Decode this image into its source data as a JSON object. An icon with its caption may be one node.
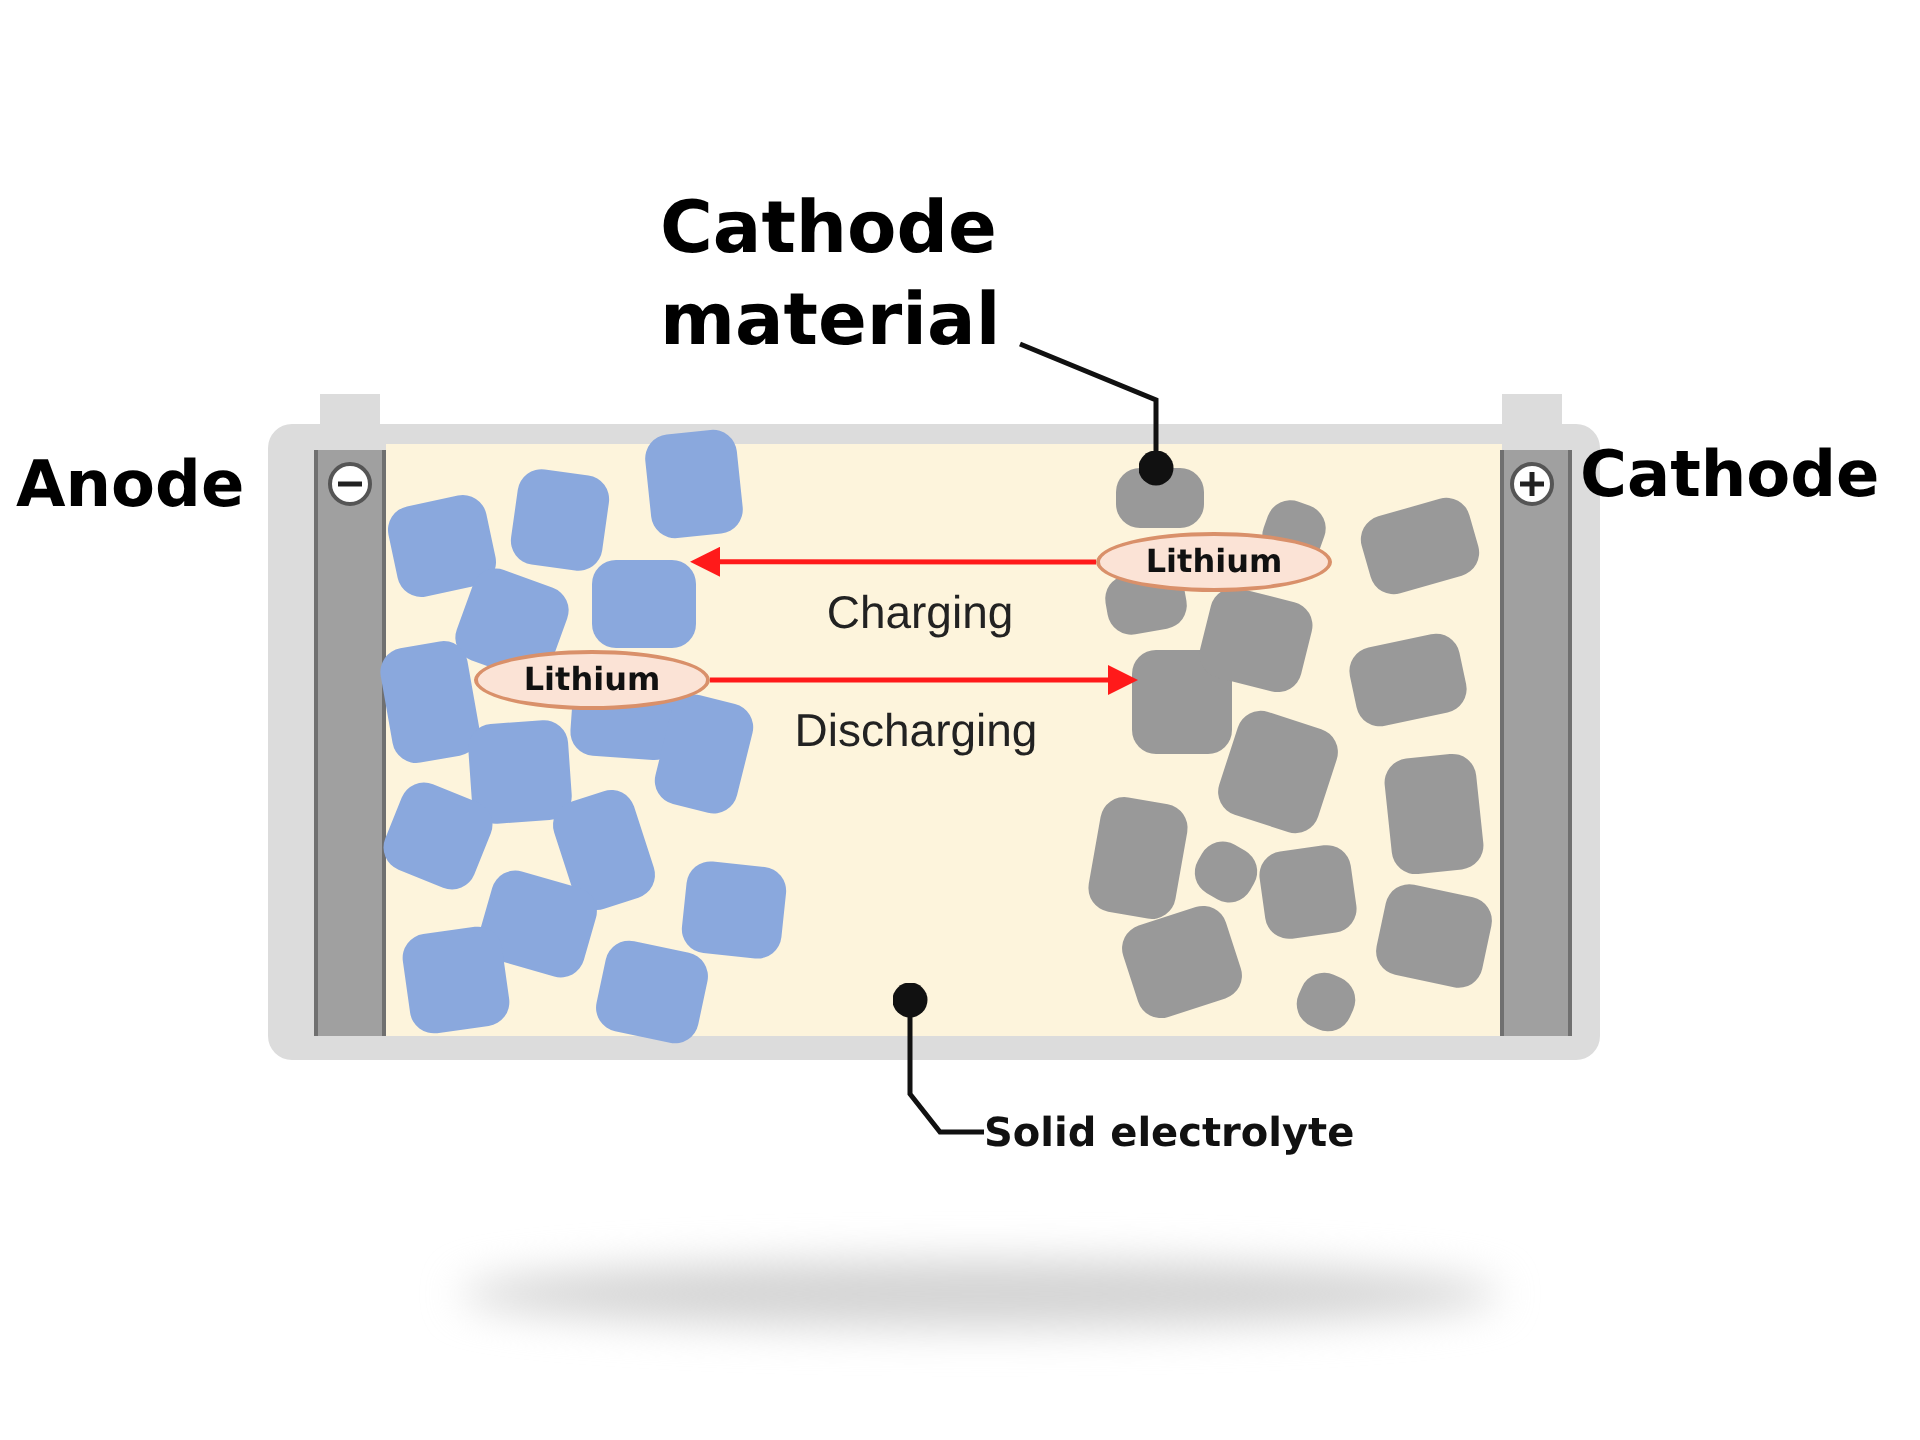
{
  "diagram": {
    "nodes": [
      {
        "text": [
          "Cathode material"
        ]
      },
      {
        "text": [
          "Lithium"
        ]
      },
      {
        "text": [
          "Lithium"
        ]
      },
      {
        "text": [
          "Solid electrolyte"
        ]
      },
      {
        "text": [],
        "shape": "box"
      },
      {
        "text": [],
        "shape": "box"
      },
      {
        "text": [],
        "shape": "box"
      }
    ],
    "edges": [
      {
        "from": 0,
        "to": 5,
        "arrow": "other"
      },
      {
        "from": 1,
        "to": 4,
        "arrow": "to",
        "label": "Charging",
        "color": "#ff1a1a"
      },
      {
        "from": 2,
        "to": 6,
        "arrow": "to",
        "label": "Discharging",
        "color": "#ff1a1a"
      },
      {
        "from": 3,
        "to": null,
        "arrow": "other"
      }
    ],
    "labels": [
      "Anode",
      "Cathode"
    ]
  }
}
